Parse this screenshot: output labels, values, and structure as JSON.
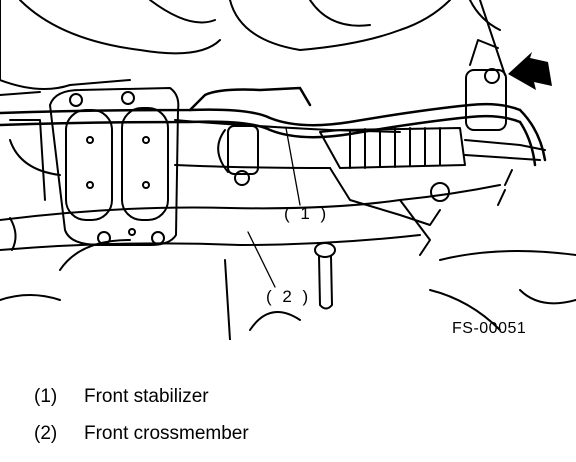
{
  "figure": {
    "code": "FS-00051",
    "callouts": [
      {
        "id": "1",
        "text": "( 1 )"
      },
      {
        "id": "2",
        "text": "( 2 )"
      }
    ]
  },
  "legend": [
    {
      "number": "(1)",
      "label": "Front stabilizer"
    },
    {
      "number": "(2)",
      "label": "Front crossmember"
    }
  ],
  "colors": {
    "ink": "#000000",
    "paper": "#ffffff"
  }
}
